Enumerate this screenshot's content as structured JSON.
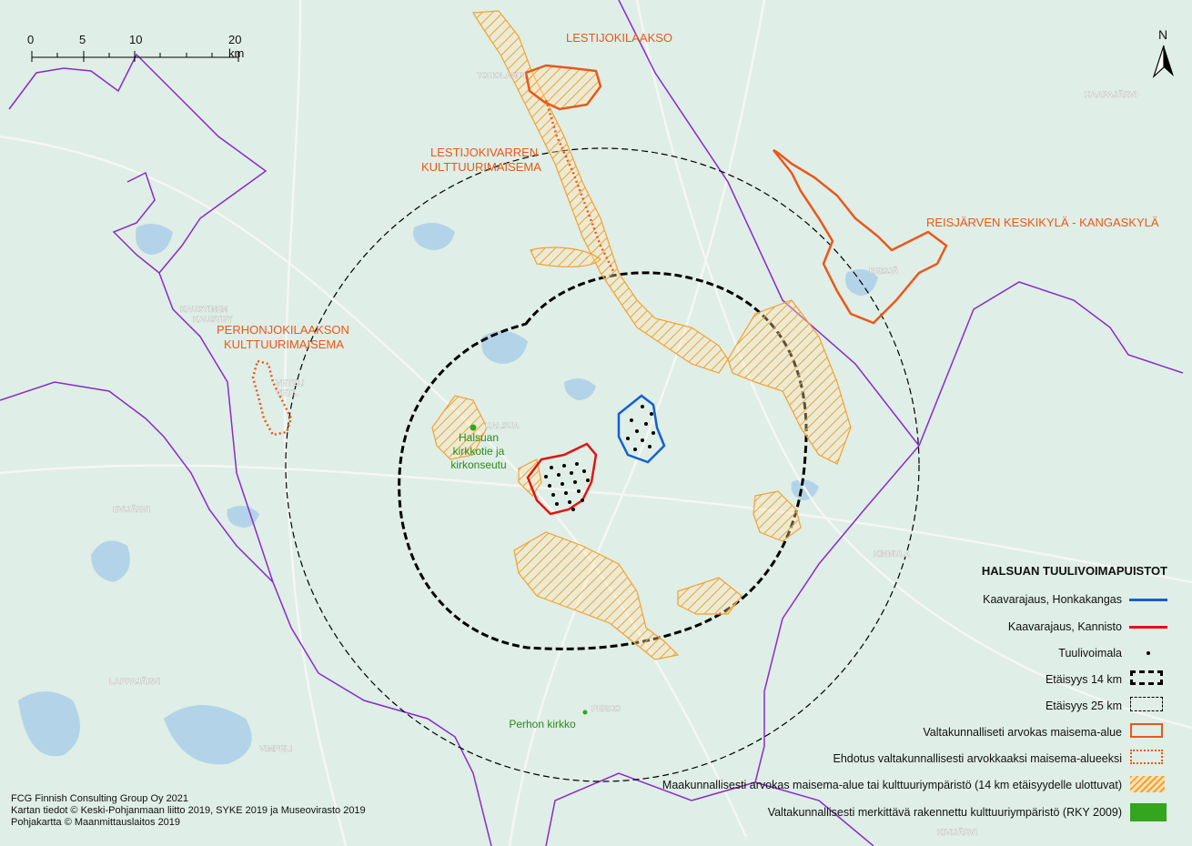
{
  "map": {
    "region_labels": {
      "lestijokilaakso": "LESTIJOKILAAKSO",
      "lestijokivarren": "LESTIJOKIVARREN",
      "kulttuurimaisema1": "KULTTUURIMAISEMA",
      "reisjarven": "REISJÄRVEN KESKIKYLÄ - KANGASKYLÄ",
      "perhonjokilaakson": "PERHONJOKILAAKSON",
      "kulttuurimaisema2": "KULTTUURIMAISEMA"
    },
    "green_labels": {
      "halsuan_line1": "Halsuan",
      "halsuan_line2": "kirkkotie ja",
      "halsuan_line3": "kirkonseutu",
      "perhon": "Perhon kirkko"
    },
    "place_labels": {
      "toholampi": "TOHOLAMPI",
      "haapajarvi": "HAAPAJÄRVI",
      "reisjarvi": "REISJÄ",
      "kaustinen": "KAUSTINEN",
      "kaustby": "KAUSTBY",
      "veteli": "VETELI",
      "vetil": "VETIL",
      "halsua": "HALSUA",
      "evijarvi": "EVIJÄRVI",
      "lappajarvi": "LAPPAJÄRVI",
      "perho": "PERHO",
      "vimpeli": "VIMPELI",
      "kinnula": "KINNULA",
      "kivijarvi": "KIVIJÄRVI"
    }
  },
  "scalebar": {
    "ticks": [
      "0",
      "5",
      "10",
      "20 km"
    ]
  },
  "north_arrow": {
    "letter": "N"
  },
  "legend": {
    "title": "HALSUAN TUULIVOIMAPUISTOT",
    "items": [
      {
        "label": "Kaavarajaus, Honkakangas",
        "symbol": "line",
        "color": "#1560d0"
      },
      {
        "label": "Kaavarajaus, Kannisto",
        "symbol": "line",
        "color": "#e01414"
      },
      {
        "label": "Tuulivoimala",
        "symbol": "dot",
        "color": "#000000"
      },
      {
        "label": "Etäisyys 14 km",
        "symbol": "thick-dashed-box",
        "color": "#000000"
      },
      {
        "label": "Etäisyys 25 km",
        "symbol": "thin-dashed-box",
        "color": "#000000"
      },
      {
        "label": "Valtakunnalliseti arvokas maisema-alue",
        "symbol": "solid-box",
        "color": "#e8581a"
      },
      {
        "label": "Ehdotus valtakunnallisesti arvokkaaksi maisema-alueeksi",
        "symbol": "dotted-box",
        "color": "#e8581a"
      },
      {
        "label": "Maakunnallisesti arvokas maisema-alue tai kulttuuriympäristö (14 km etäisyydelle ulottuvat)",
        "symbol": "hatch",
        "color": "#f5a030"
      },
      {
        "label": "Valtakunnallisesti merkittävä rakennettu kulttuuriympäristö (RKY 2009)",
        "symbol": "fill",
        "color": "#33a51f"
      }
    ]
  },
  "credits": {
    "line1": "FCG Finnish Consulting Group Oy 2021",
    "line2": "Kartan tiedot © Keski-Pohjanmaan liitto 2019, SYKE 2019 ja Museovirasto 2019",
    "line3": "Pohjakartta © Maanmittauslaitos 2019"
  },
  "colors": {
    "base": "#dfeee6",
    "water": "#a9cfe6",
    "border": "#8a2bc8",
    "orange": "#e8581a",
    "hatch": "#f5a030",
    "green": "#33a51f"
  }
}
